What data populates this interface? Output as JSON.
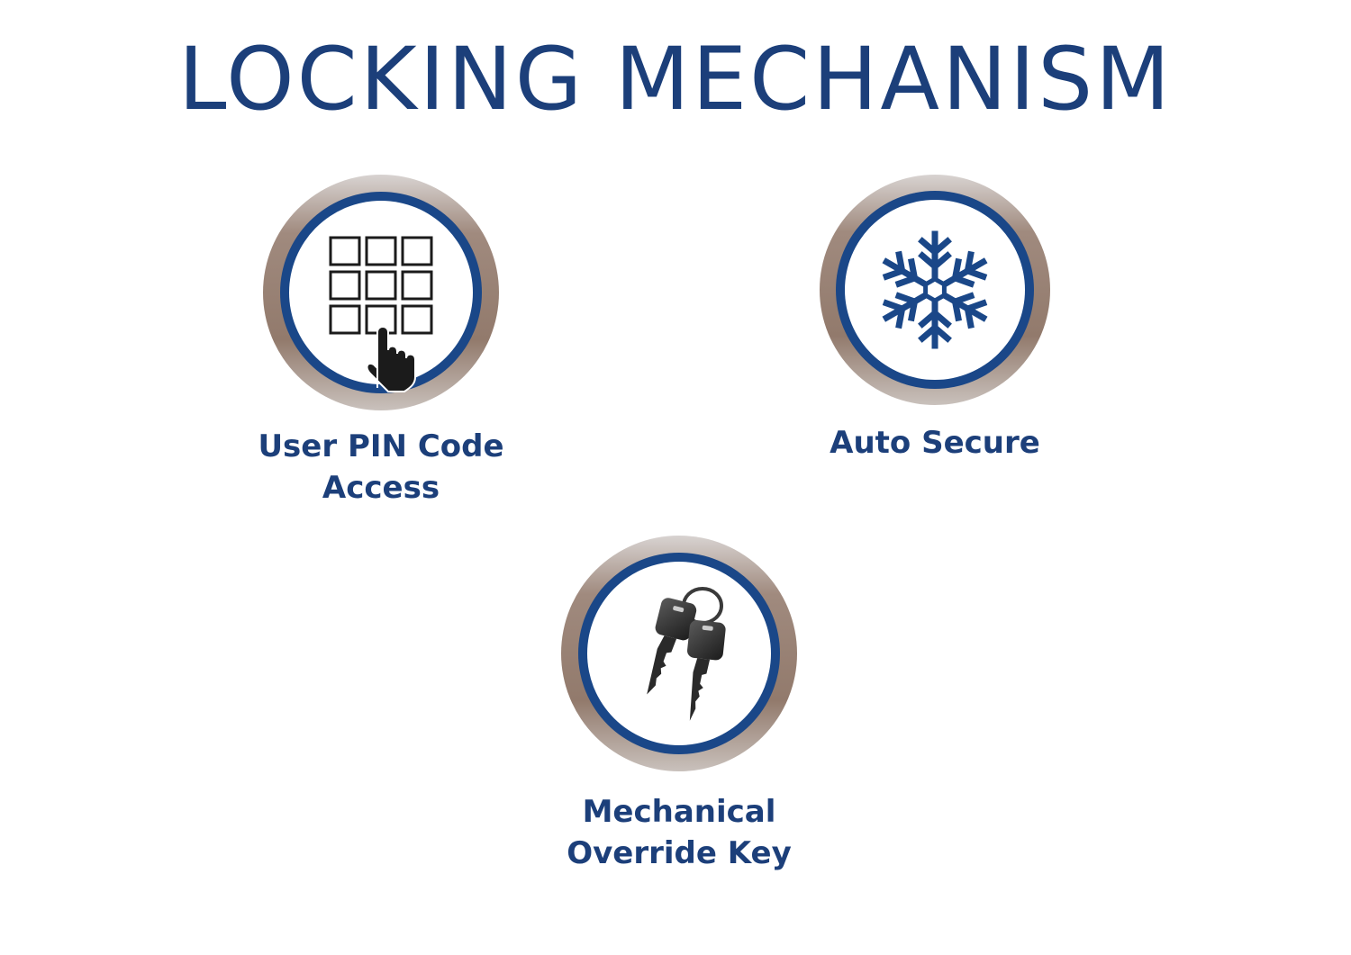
{
  "title": "LOCKING MECHANISM",
  "colors": {
    "title_blue": "#1c3f7a",
    "ring_blue": "#1a4788",
    "ring_metal": "#9b8478",
    "icon_dark": "#1b1b1b"
  },
  "features": [
    {
      "icon": "keypad-touch-icon",
      "label_lines": [
        "User PIN Code",
        "Access"
      ]
    },
    {
      "icon": "snowflake-icon",
      "label_lines": [
        "Auto Secure"
      ]
    },
    {
      "icon": "keys-icon",
      "label_lines": [
        "Mechanical",
        "Override Key"
      ]
    }
  ]
}
